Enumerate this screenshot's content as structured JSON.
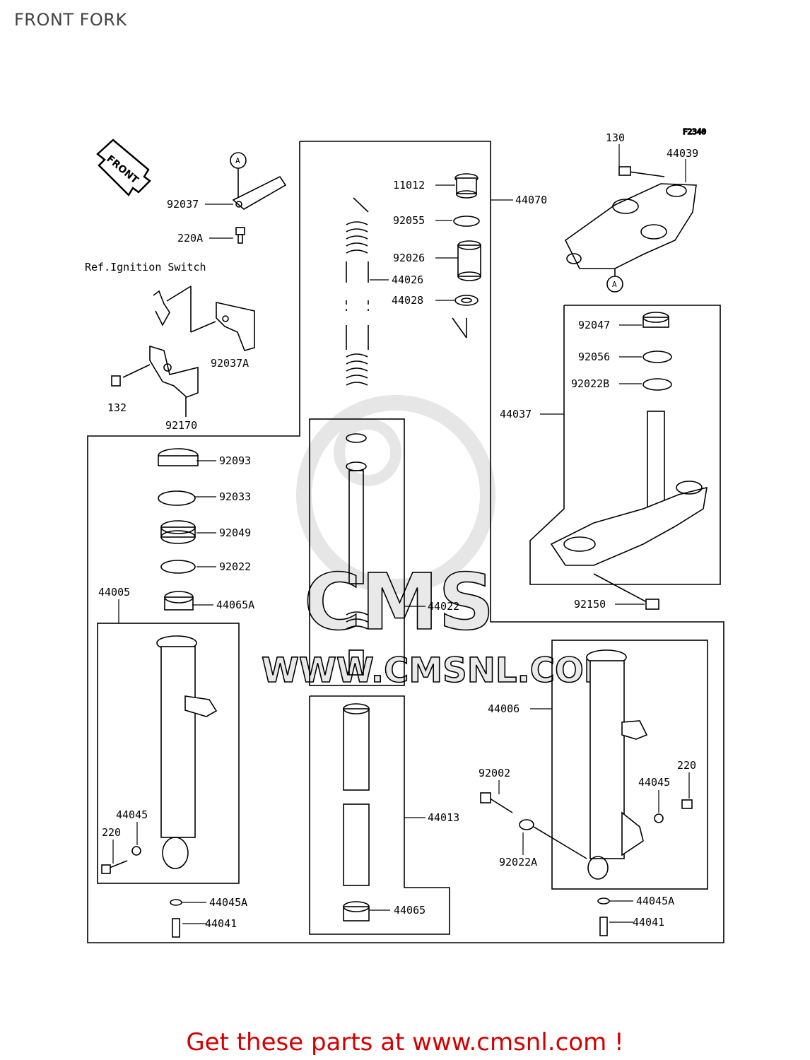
{
  "page": {
    "title": "FRONT FORK",
    "figure_code": "F2340",
    "footer": "Get these parts at www.cmsnl.com !"
  },
  "watermark": {
    "brand": "CMS",
    "site": "WWW.CMSNL.COM"
  },
  "diagram": {
    "front_arrow": "FRONT",
    "ref_marker": "A",
    "ref_note": "Ref.Ignition Switch",
    "parts": {
      "p130": "130",
      "p44039": "44039",
      "p11012": "11012",
      "p44070": "44070",
      "p92055": "92055",
      "p92026": "92026",
      "p44026": "44026",
      "p44028": "44028",
      "p92037": "92037",
      "p220A": "220A",
      "p92037A": "92037A",
      "p132": "132",
      "p92170": "92170",
      "p92047": "92047",
      "p92056": "92056",
      "p92022B": "92022B",
      "p44037": "44037",
      "p92150": "92150",
      "p92093": "92093",
      "p92033": "92033",
      "p92049": "92049",
      "p92022": "92022",
      "p44005": "44005",
      "p44065A": "44065A",
      "p44022": "44022",
      "p44006": "44006",
      "p92002": "92002",
      "p220_r": "220",
      "p44045_r": "44045",
      "p44013": "44013",
      "p44045_l": "44045",
      "p220_l": "220",
      "p92022A": "92022A",
      "p44045A_l": "44045A",
      "p44045A_r": "44045A",
      "p44065": "44065",
      "p44041_l": "44041",
      "p44041_r": "44041"
    }
  }
}
